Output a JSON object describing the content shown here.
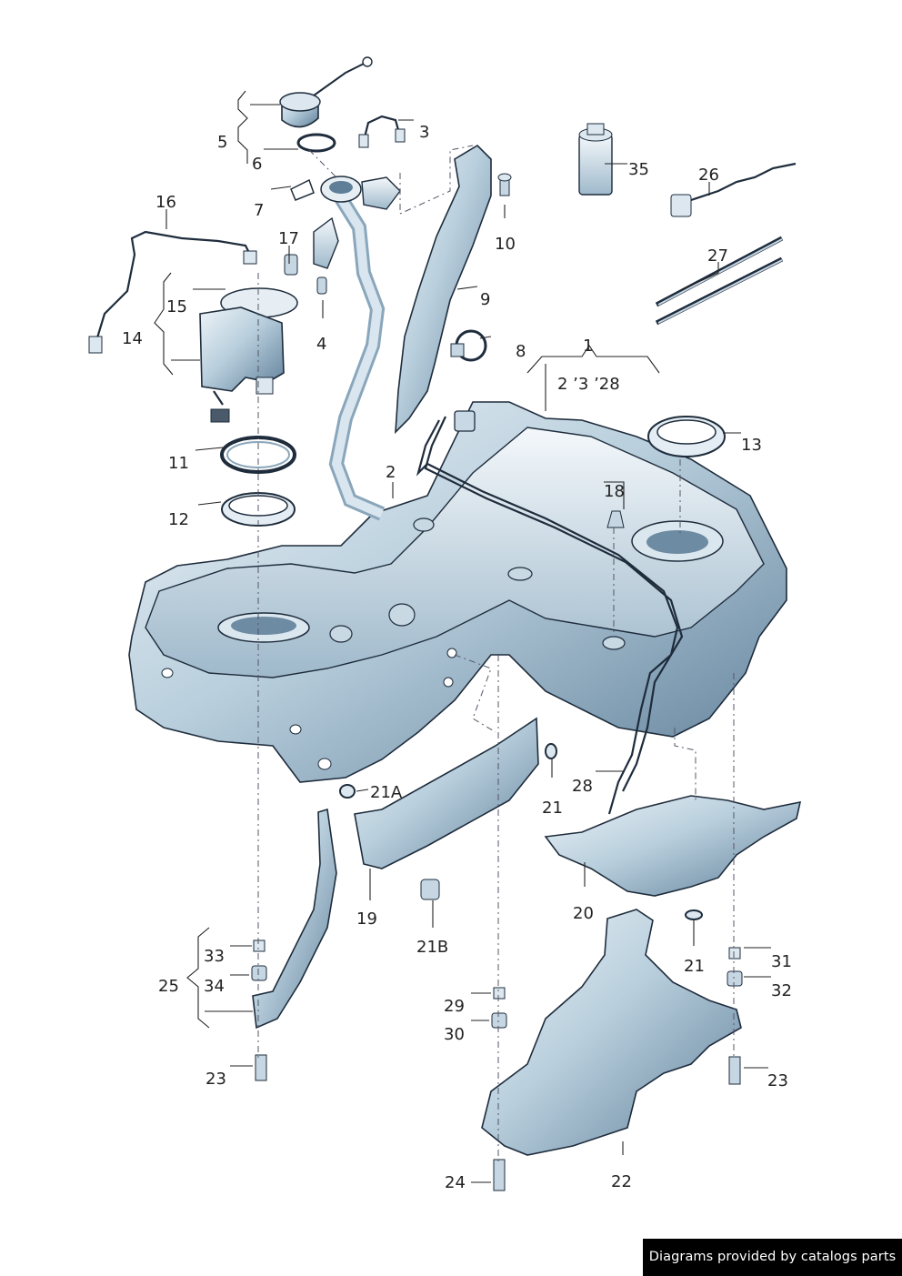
{
  "diagram": {
    "callouts": [
      {
        "id": "c1",
        "text": "1"
      },
      {
        "id": "c1sub",
        "text": "2 ’3 ’28"
      },
      {
        "id": "c2",
        "text": "2"
      },
      {
        "id": "c3",
        "text": "3"
      },
      {
        "id": "c4",
        "text": "4"
      },
      {
        "id": "c5",
        "text": "5"
      },
      {
        "id": "c6",
        "text": "6"
      },
      {
        "id": "c7",
        "text": "7"
      },
      {
        "id": "c8",
        "text": "8"
      },
      {
        "id": "c9",
        "text": "9"
      },
      {
        "id": "c10",
        "text": "10"
      },
      {
        "id": "c11",
        "text": "11"
      },
      {
        "id": "c12",
        "text": "12"
      },
      {
        "id": "c13",
        "text": "13"
      },
      {
        "id": "c14",
        "text": "14"
      },
      {
        "id": "c15",
        "text": "15"
      },
      {
        "id": "c16",
        "text": "16"
      },
      {
        "id": "c17",
        "text": "17"
      },
      {
        "id": "c18",
        "text": "18"
      },
      {
        "id": "c19",
        "text": "19"
      },
      {
        "id": "c20",
        "text": "20"
      },
      {
        "id": "c21a",
        "text": "21A"
      },
      {
        "id": "c21b",
        "text": "21B"
      },
      {
        "id": "c21-1",
        "text": "21"
      },
      {
        "id": "c21-2",
        "text": "21"
      },
      {
        "id": "c22",
        "text": "22"
      },
      {
        "id": "c23-1",
        "text": "23"
      },
      {
        "id": "c23-2",
        "text": "23"
      },
      {
        "id": "c24",
        "text": "24"
      },
      {
        "id": "c25",
        "text": "25"
      },
      {
        "id": "c26",
        "text": "26"
      },
      {
        "id": "c27",
        "text": "27"
      },
      {
        "id": "c28",
        "text": "28"
      },
      {
        "id": "c29",
        "text": "29"
      },
      {
        "id": "c30",
        "text": "30"
      },
      {
        "id": "c31",
        "text": "31"
      },
      {
        "id": "c32",
        "text": "32"
      },
      {
        "id": "c33",
        "text": "33"
      },
      {
        "id": "c34",
        "text": "34"
      },
      {
        "id": "c35",
        "text": "35"
      }
    ]
  },
  "footer": {
    "text": "Diagrams provided by catalogs parts",
    "background": "#000000",
    "color": "#ffffff"
  },
  "colors": {
    "metal_light": "#eef4f8",
    "metal_mid": "#b9cfdd",
    "metal_dark": "#5f7f99",
    "outline": "#1e2c3c"
  }
}
